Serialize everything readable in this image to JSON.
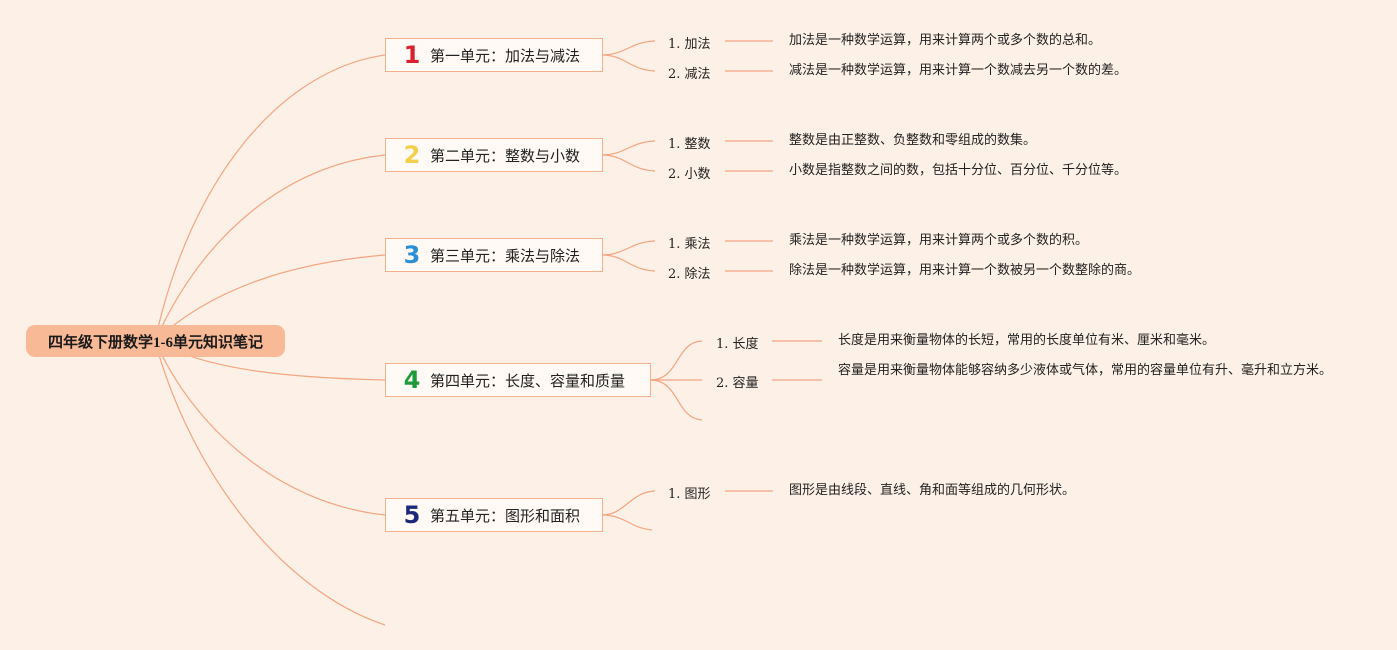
{
  "root": {
    "title": "四年级下册数学1-6单元知识笔记"
  },
  "units": [
    {
      "number": "1",
      "color": "#d8222f",
      "title": "第一单元：加法与减法",
      "topics": [
        {
          "label": "1. 加法",
          "description": "加法是一种数学运算，用来计算两个或多个数的总和。"
        },
        {
          "label": "2. 减法",
          "description": "减法是一种数学运算，用来计算一个数减去另一个数的差。"
        }
      ]
    },
    {
      "number": "2",
      "color": "#f2d04a",
      "title": "第二单元：整数与小数",
      "topics": [
        {
          "label": "1. 整数",
          "description": "整数是由正整数、负整数和零组成的数集。"
        },
        {
          "label": "2. 小数",
          "description": "小数是指整数之间的数，包括十分位、百分位、千分位等。"
        }
      ]
    },
    {
      "number": "3",
      "color": "#2b8fd6",
      "title": "第三单元：乘法与除法",
      "topics": [
        {
          "label": "1. 乘法",
          "description": "乘法是一种数学运算，用来计算两个或多个数的积。"
        },
        {
          "label": "2. 除法",
          "description": "除法是一种数学运算，用来计算一个数被另一个数整除的商。"
        }
      ]
    },
    {
      "number": "4",
      "color": "#1f9a3a",
      "title": "第四单元：长度、容量和质量",
      "topics": [
        {
          "label": "1. 长度",
          "description": "长度是用来衡量物体的长短，常用的长度单位有米、厘米和毫米。"
        },
        {
          "label": "2. 容量",
          "description": "容量是用来衡量物体能够容纳多少液体或气体，常用的容量单位有升、毫升和立方米。"
        }
      ]
    },
    {
      "number": "5",
      "color": "#1d2a7a",
      "title": "第五单元：图形和面积",
      "topics": [
        {
          "label": "1. 图形",
          "description": "图形是由线段、直线、角和面等组成的几何形状。"
        }
      ]
    }
  ]
}
